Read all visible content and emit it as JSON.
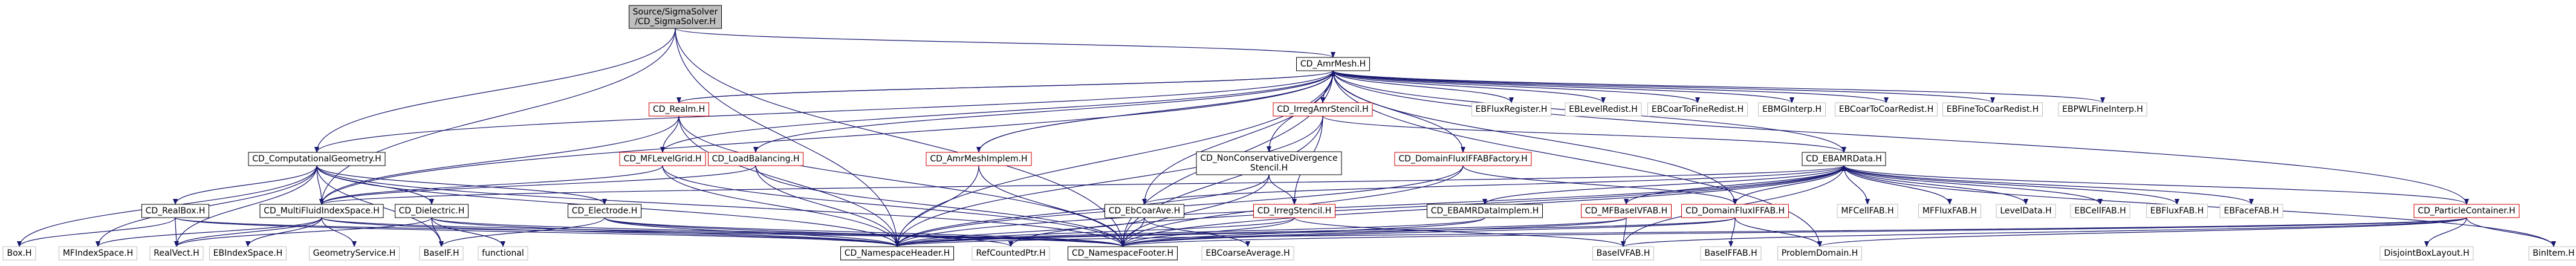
{
  "colors": {
    "edge": "#191970",
    "node_border_black": "#000000",
    "node_border_grey": "#bfbfbf",
    "node_border_red": "#cc0000",
    "root_fill": "#bfbfbf",
    "node_fill": "#ffffff",
    "text": "#000000"
  },
  "nodes": [
    {
      "id": "root",
      "label": [
        "Source/SigmaSolver",
        "/CD_SigmaSolver.H"
      ],
      "style": "root"
    },
    {
      "id": "amrmesh",
      "label": [
        "CD_AmrMesh.H"
      ],
      "style": "normal"
    },
    {
      "id": "realm",
      "label": [
        "CD_Realm.H"
      ],
      "style": "red"
    },
    {
      "id": "irregamr",
      "label": [
        "CD_IrregAmrStencil.H"
      ],
      "style": "red"
    },
    {
      "id": "ebflux",
      "label": [
        "EBFluxRegister.H"
      ],
      "style": "grey"
    },
    {
      "id": "eblevel",
      "label": [
        "EBLevelRedist.H"
      ],
      "style": "grey"
    },
    {
      "id": "ebcftf",
      "label": [
        "EBCoarToFineRedist.H"
      ],
      "style": "grey"
    },
    {
      "id": "ebmg",
      "label": [
        "EBMGInterp.H"
      ],
      "style": "grey"
    },
    {
      "id": "ebctc",
      "label": [
        "EBCoarToCoarRedist.H"
      ],
      "style": "grey"
    },
    {
      "id": "ebftc",
      "label": [
        "EBFineToCoarRedist.H"
      ],
      "style": "grey"
    },
    {
      "id": "ebpwl",
      "label": [
        "EBPWLFineInterp.H"
      ],
      "style": "grey"
    },
    {
      "id": "compgeom",
      "label": [
        "CD_ComputationalGeometry.H"
      ],
      "style": "normal"
    },
    {
      "id": "mflevel",
      "label": [
        "CD_MFLevelGrid.H"
      ],
      "style": "red"
    },
    {
      "id": "loadbal",
      "label": [
        "CD_LoadBalancing.H"
      ],
      "style": "red"
    },
    {
      "id": "amrmeshimpl",
      "label": [
        "CD_AmrMeshImplem.H"
      ],
      "style": "red"
    },
    {
      "id": "nonconsv",
      "label": [
        "CD_NonConservativeDivergence",
        "Stencil.H"
      ],
      "style": "normal"
    },
    {
      "id": "domfluxfact",
      "label": [
        "CD_DomainFluxIFFABFactory.H"
      ],
      "style": "red"
    },
    {
      "id": "ebamrdata",
      "label": [
        "CD_EBAMRData.H"
      ],
      "style": "normal"
    },
    {
      "id": "realbox",
      "label": [
        "CD_RealBox.H"
      ],
      "style": "normal"
    },
    {
      "id": "multifluid",
      "label": [
        "CD_MultiFluidIndexSpace.H"
      ],
      "style": "normal"
    },
    {
      "id": "dielectric",
      "label": [
        "CD_Dielectric.H"
      ],
      "style": "normal"
    },
    {
      "id": "electrode",
      "label": [
        "CD_Electrode.H"
      ],
      "style": "normal"
    },
    {
      "id": "ebcoarave",
      "label": [
        "CD_EbCoarAve.H"
      ],
      "style": "normal"
    },
    {
      "id": "irregsten",
      "label": [
        "CD_IrregStencil.H"
      ],
      "style": "red"
    },
    {
      "id": "ebamrimpl",
      "label": [
        "CD_EBAMRDataImplem.H"
      ],
      "style": "normal"
    },
    {
      "id": "mfbaseivfab",
      "label": [
        "CD_MFBaseIVFAB.H"
      ],
      "style": "red"
    },
    {
      "id": "domfluxfab",
      "label": [
        "CD_DomainFluxIFFAB.H"
      ],
      "style": "red"
    },
    {
      "id": "mfcell",
      "label": [
        "MFCellFAB.H"
      ],
      "style": "grey"
    },
    {
      "id": "mfflux",
      "label": [
        "MFFluxFAB.H"
      ],
      "style": "grey"
    },
    {
      "id": "leveldata",
      "label": [
        "LevelData.H"
      ],
      "style": "grey"
    },
    {
      "id": "ebcell",
      "label": [
        "EBCellFAB.H"
      ],
      "style": "grey"
    },
    {
      "id": "ebflux2",
      "label": [
        "EBFluxFAB.H"
      ],
      "style": "grey"
    },
    {
      "id": "ebface",
      "label": [
        "EBFaceFAB.H"
      ],
      "style": "grey"
    },
    {
      "id": "particlecont",
      "label": [
        "CD_ParticleContainer.H"
      ],
      "style": "red"
    },
    {
      "id": "box",
      "label": [
        "Box.H"
      ],
      "style": "grey"
    },
    {
      "id": "mfindex",
      "label": [
        "MFIndexSpace.H"
      ],
      "style": "grey"
    },
    {
      "id": "realvect",
      "label": [
        "RealVect.H"
      ],
      "style": "grey"
    },
    {
      "id": "ebindex",
      "label": [
        "EBIndexSpace.H"
      ],
      "style": "grey"
    },
    {
      "id": "geomserv",
      "label": [
        "GeometryService.H"
      ],
      "style": "grey"
    },
    {
      "id": "baseif",
      "label": [
        "BaseIF.H"
      ],
      "style": "grey"
    },
    {
      "id": "functional",
      "label": [
        "functional"
      ],
      "style": "grey"
    },
    {
      "id": "nsheader",
      "label": [
        "CD_NamespaceHeader.H"
      ],
      "style": "normal"
    },
    {
      "id": "refcounted",
      "label": [
        "RefCountedPtr.H"
      ],
      "style": "grey"
    },
    {
      "id": "nsfooter",
      "label": [
        "CD_NamespaceFooter.H"
      ],
      "style": "normal"
    },
    {
      "id": "ebcoarseavg",
      "label": [
        "EBCoarseAverage.H"
      ],
      "style": "grey"
    },
    {
      "id": "baseivfab",
      "label": [
        "BaseIVFAB.H"
      ],
      "style": "grey"
    },
    {
      "id": "baseiffab",
      "label": [
        "BaseIFFAB.H"
      ],
      "style": "grey"
    },
    {
      "id": "probdomain",
      "label": [
        "ProblemDomain.H"
      ],
      "style": "grey"
    },
    {
      "id": "disjoint",
      "label": [
        "DisjointBoxLayout.H"
      ],
      "style": "grey"
    },
    {
      "id": "binitem",
      "label": [
        "BinItem.H"
      ],
      "style": "grey"
    }
  ],
  "edges": [
    [
      "root",
      "amrmesh"
    ],
    [
      "root",
      "compgeom"
    ],
    [
      "root",
      "multifluid"
    ],
    [
      "root",
      "nsheader"
    ],
    [
      "root",
      "nsfooter"
    ],
    [
      "amrmesh",
      "realm"
    ],
    [
      "amrmesh",
      "irregamr"
    ],
    [
      "amrmesh",
      "ebflux"
    ],
    [
      "amrmesh",
      "eblevel"
    ],
    [
      "amrmesh",
      "ebcftf"
    ],
    [
      "amrmesh",
      "ebmg"
    ],
    [
      "amrmesh",
      "ebctc"
    ],
    [
      "amrmesh",
      "ebftc"
    ],
    [
      "amrmesh",
      "ebpwl"
    ],
    [
      "amrmesh",
      "compgeom"
    ],
    [
      "amrmesh",
      "mflevel"
    ],
    [
      "amrmesh",
      "loadbal"
    ],
    [
      "amrmesh",
      "amrmeshimpl"
    ],
    [
      "amrmesh",
      "nonconsv"
    ],
    [
      "amrmesh",
      "domfluxfact"
    ],
    [
      "amrmesh",
      "ebamrdata"
    ],
    [
      "amrmesh",
      "multifluid"
    ],
    [
      "amrmesh",
      "ebcoarave"
    ],
    [
      "amrmesh",
      "domfluxfab"
    ],
    [
      "amrmesh",
      "particlecont"
    ],
    [
      "amrmesh",
      "nsheader"
    ],
    [
      "amrmesh",
      "nsfooter"
    ],
    [
      "amrmesh",
      "probdomain"
    ],
    [
      "realm",
      "mflevel"
    ],
    [
      "realm",
      "multifluid"
    ],
    [
      "realm",
      "nsheader"
    ],
    [
      "realm",
      "nsfooter"
    ],
    [
      "realm",
      "amrmesh"
    ],
    [
      "irregamr",
      "irregsten"
    ],
    [
      "irregamr",
      "nsheader"
    ],
    [
      "irregamr",
      "nsfooter"
    ],
    [
      "irregamr",
      "ebamrdata"
    ],
    [
      "compgeom",
      "realbox"
    ],
    [
      "compgeom",
      "multifluid"
    ],
    [
      "compgeom",
      "dielectric"
    ],
    [
      "compgeom",
      "electrode"
    ],
    [
      "compgeom",
      "box"
    ],
    [
      "compgeom",
      "mfindex"
    ],
    [
      "compgeom",
      "realvect"
    ],
    [
      "compgeom",
      "baseif"
    ],
    [
      "compgeom",
      "nsheader"
    ],
    [
      "compgeom",
      "nsfooter"
    ],
    [
      "mflevel",
      "multifluid"
    ],
    [
      "mflevel",
      "nsheader"
    ],
    [
      "mflevel",
      "nsfooter"
    ],
    [
      "loadbal",
      "multifluid"
    ],
    [
      "loadbal",
      "nsheader"
    ],
    [
      "loadbal",
      "nsfooter"
    ],
    [
      "amrmeshimpl",
      "nsheader"
    ],
    [
      "amrmeshimpl",
      "nsfooter"
    ],
    [
      "amrmeshimpl",
      "amrmesh"
    ],
    [
      "nonconsv",
      "irregsten"
    ],
    [
      "nonconsv",
      "nsheader"
    ],
    [
      "nonconsv",
      "nsfooter"
    ],
    [
      "domfluxfact",
      "domfluxfab"
    ],
    [
      "domfluxfact",
      "nsheader"
    ],
    [
      "domfluxfact",
      "nsfooter"
    ],
    [
      "ebamrdata",
      "ebamrimpl"
    ],
    [
      "ebamrdata",
      "mfbaseivfab"
    ],
    [
      "ebamrdata",
      "domfluxfab"
    ],
    [
      "ebamrdata",
      "mfcell"
    ],
    [
      "ebamrdata",
      "mfflux"
    ],
    [
      "ebamrdata",
      "leveldata"
    ],
    [
      "ebamrdata",
      "ebcell"
    ],
    [
      "ebamrdata",
      "ebflux2"
    ],
    [
      "ebamrdata",
      "ebface"
    ],
    [
      "ebamrdata",
      "baseivfab"
    ],
    [
      "ebamrdata",
      "multifluid"
    ],
    [
      "ebamrdata",
      "nsheader"
    ],
    [
      "ebamrdata",
      "nsfooter"
    ],
    [
      "ebamrdata",
      "refcounted"
    ],
    [
      "ebamrdata",
      "binitem"
    ],
    [
      "ebamrdata",
      "particlecont"
    ],
    [
      "realbox",
      "box"
    ],
    [
      "realbox",
      "realvect"
    ],
    [
      "realbox",
      "nsheader"
    ],
    [
      "realbox",
      "nsfooter"
    ],
    [
      "multifluid",
      "mfindex"
    ],
    [
      "multifluid",
      "realvect"
    ],
    [
      "multifluid",
      "ebindex"
    ],
    [
      "multifluid",
      "geomserv"
    ],
    [
      "multifluid",
      "nsheader"
    ],
    [
      "multifluid",
      "nsfooter"
    ],
    [
      "dielectric",
      "realvect"
    ],
    [
      "dielectric",
      "baseif"
    ],
    [
      "dielectric",
      "functional"
    ],
    [
      "dielectric",
      "nsheader"
    ],
    [
      "dielectric",
      "nsfooter"
    ],
    [
      "electrode",
      "baseif"
    ],
    [
      "electrode",
      "refcounted"
    ],
    [
      "electrode",
      "nsheader"
    ],
    [
      "electrode",
      "nsfooter"
    ],
    [
      "ebcoarave",
      "ebcoarseavg"
    ],
    [
      "ebcoarave",
      "nsheader"
    ],
    [
      "ebcoarave",
      "nsfooter"
    ],
    [
      "ebcoarave",
      "ebamrdata"
    ],
    [
      "irregsten",
      "nsheader"
    ],
    [
      "irregsten",
      "nsfooter"
    ],
    [
      "irregsten",
      "baseivfab"
    ],
    [
      "ebamrimpl",
      "nsheader"
    ],
    [
      "ebamrimpl",
      "nsfooter"
    ],
    [
      "mfbaseivfab",
      "baseivfab"
    ],
    [
      "mfbaseivfab",
      "nsheader"
    ],
    [
      "mfbaseivfab",
      "nsfooter"
    ],
    [
      "domfluxfab",
      "baseiffab"
    ],
    [
      "domfluxfab",
      "probdomain"
    ],
    [
      "domfluxfab",
      "nsheader"
    ],
    [
      "domfluxfab",
      "nsfooter"
    ],
    [
      "particlecont",
      "baseivfab"
    ],
    [
      "particlecont",
      "probdomain"
    ],
    [
      "particlecont",
      "disjoint"
    ],
    [
      "particlecont",
      "binitem"
    ],
    [
      "particlecont",
      "nsheader"
    ],
    [
      "particlecont",
      "nsfooter"
    ]
  ]
}
